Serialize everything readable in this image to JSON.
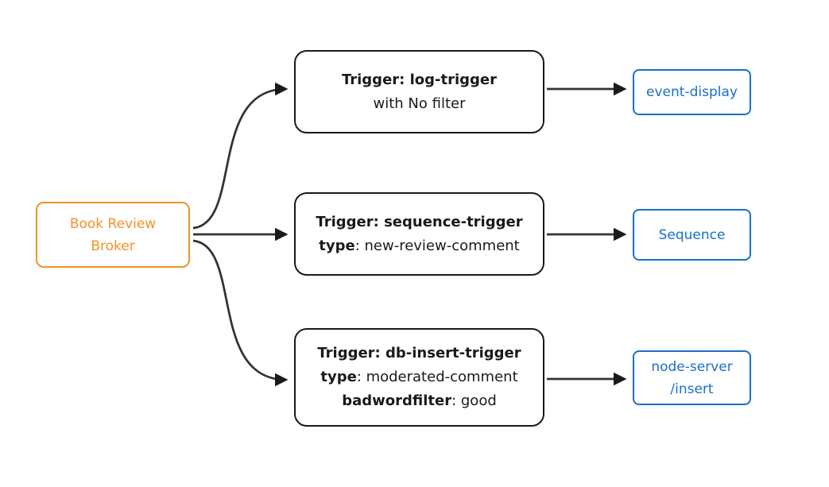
{
  "diagram": {
    "broker": {
      "lines": [
        "Book Review",
        "Broker"
      ]
    },
    "triggers": [
      {
        "id": "log-trigger",
        "rows": [
          {
            "bold": "Trigger: log-trigger",
            "rest": ""
          },
          {
            "bold": "",
            "rest": "with No filter"
          }
        ]
      },
      {
        "id": "sequence-trigger",
        "rows": [
          {
            "bold": "Trigger: sequence-trigger",
            "rest": ""
          },
          {
            "bold": "type",
            "rest": ": new-review-comment"
          }
        ]
      },
      {
        "id": "db-insert-trigger",
        "rows": [
          {
            "bold": "Trigger: db-insert-trigger",
            "rest": ""
          },
          {
            "bold": "type",
            "rest": ": moderated-comment"
          },
          {
            "bold": "badwordfilter",
            "rest": ": good"
          }
        ]
      }
    ],
    "targets": [
      {
        "id": "event-display",
        "lines": [
          "event-display"
        ]
      },
      {
        "id": "sequence",
        "lines": [
          "Sequence"
        ]
      },
      {
        "id": "node-server-insert",
        "lines": [
          "node-server",
          "/insert"
        ]
      }
    ],
    "colors": {
      "broker_accent": "#EF9327",
      "trigger_accent": "#1a1a1a",
      "target_accent": "#1A70C4",
      "arrow": "#333333"
    }
  }
}
